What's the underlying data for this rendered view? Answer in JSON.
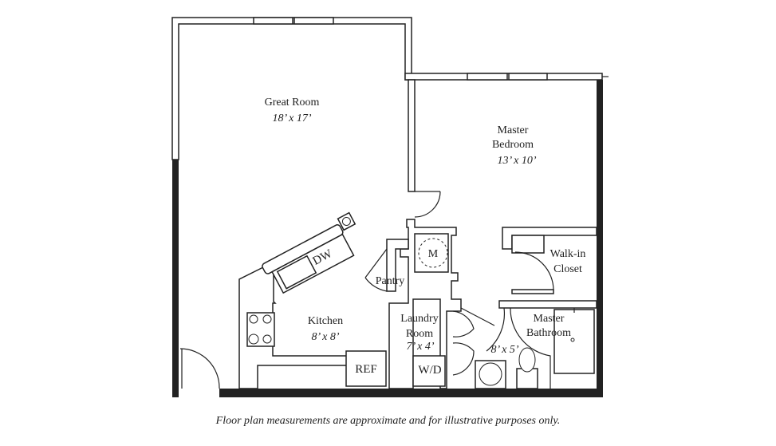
{
  "rooms": {
    "great_room": {
      "name": "Great Room",
      "size": "18’ x 17’"
    },
    "master_bedroom": {
      "name_line1": "Master",
      "name_line2": "Bedroom",
      "size": "13’ x 10’"
    },
    "walk_in_closet": {
      "name_line1": "Walk-in",
      "name_line2": "Closet"
    },
    "master_bathroom": {
      "name_line1": "Master",
      "name_line2": "Bathroom",
      "size": "8’ x 5’"
    },
    "pantry": {
      "name": "Pantry"
    },
    "kitchen": {
      "name": "Kitchen",
      "size": "8’ x 8’"
    },
    "laundry_room": {
      "name_line1": "Laundry",
      "name_line2": "Room",
      "size": "7’ x 4’"
    }
  },
  "appliances": {
    "dishwasher": "DW",
    "refrigerator": "REF",
    "washer_dryer": "W/D",
    "mechanical": "M"
  },
  "disclaimer": "Floor plan measurements are approximate and for illustrative purposes only."
}
